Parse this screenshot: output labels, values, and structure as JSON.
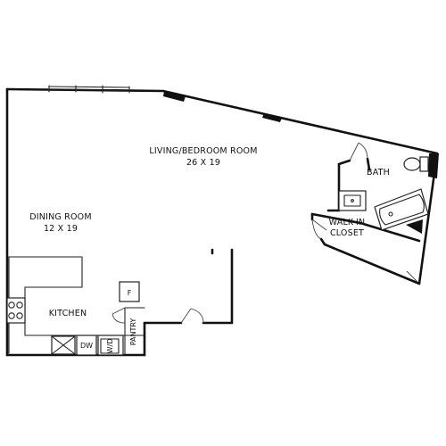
{
  "rooms": {
    "living": {
      "name": "LIVING/BEDROOM ROOM",
      "dims": "26 X 19"
    },
    "dining": {
      "name": "DINING ROOM",
      "dims": "12 X 19"
    },
    "kitchen": {
      "name": "KITCHEN"
    },
    "bath": {
      "name": "BATH"
    },
    "closet": {
      "line1": "WALK-IN",
      "line2": "CLOSET"
    },
    "pantry": {
      "name": "PANTRY"
    }
  },
  "appliances": {
    "dishwasher": "DW",
    "washer_dryer": "W/D",
    "fridge": "F"
  }
}
